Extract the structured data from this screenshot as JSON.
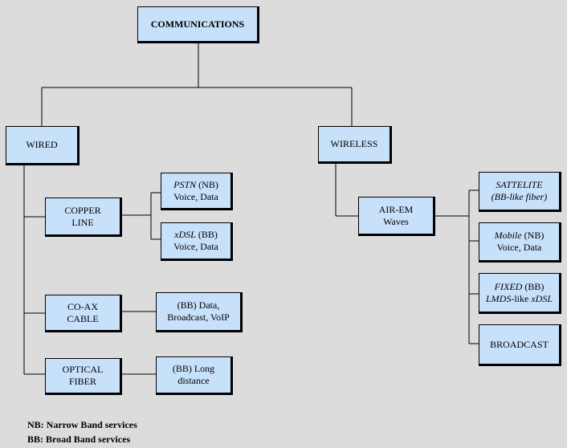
{
  "root": {
    "label": "COMMUNICATIONS"
  },
  "wired": {
    "label": "WIRED",
    "copper": {
      "line1": "COPPER",
      "line2": "LINE",
      "pstn": {
        "name": "PSTN",
        "tag": " (NB)",
        "desc": "Voice, Data"
      },
      "xdsl": {
        "name": "xDSL",
        "tag": " (BB)",
        "desc": "Voice, Data"
      }
    },
    "coax": {
      "line1": "CO-AX",
      "line2": "CABLE",
      "desc1": "(BB) Data,",
      "desc2": "Broadcast, VoIP"
    },
    "fiber": {
      "line1": "OPTICAL",
      "line2": "FIBER",
      "desc1": "(BB) Long",
      "desc2": "distance"
    }
  },
  "wireless": {
    "label": "WIRELESS",
    "airem": {
      "line1": "AIR-EM",
      "line2": "Waves"
    },
    "satellite": {
      "line1": "SATTELITE",
      "line2": "(BB-like fiber)"
    },
    "mobile": {
      "name": "Mobile",
      "tag": " (NB)",
      "desc": "Voice, Data"
    },
    "fixed": {
      "name": "FIXED",
      "tag": " (BB)",
      "desc_italic1": "LMDS",
      "desc_plain": "-like ",
      "desc_italic2": "xDSL"
    },
    "broadcast": {
      "label": "BROADCAST"
    }
  },
  "legend": {
    "nb": "NB: Narrow Band services",
    "bb": "BB: Broad Band services"
  }
}
